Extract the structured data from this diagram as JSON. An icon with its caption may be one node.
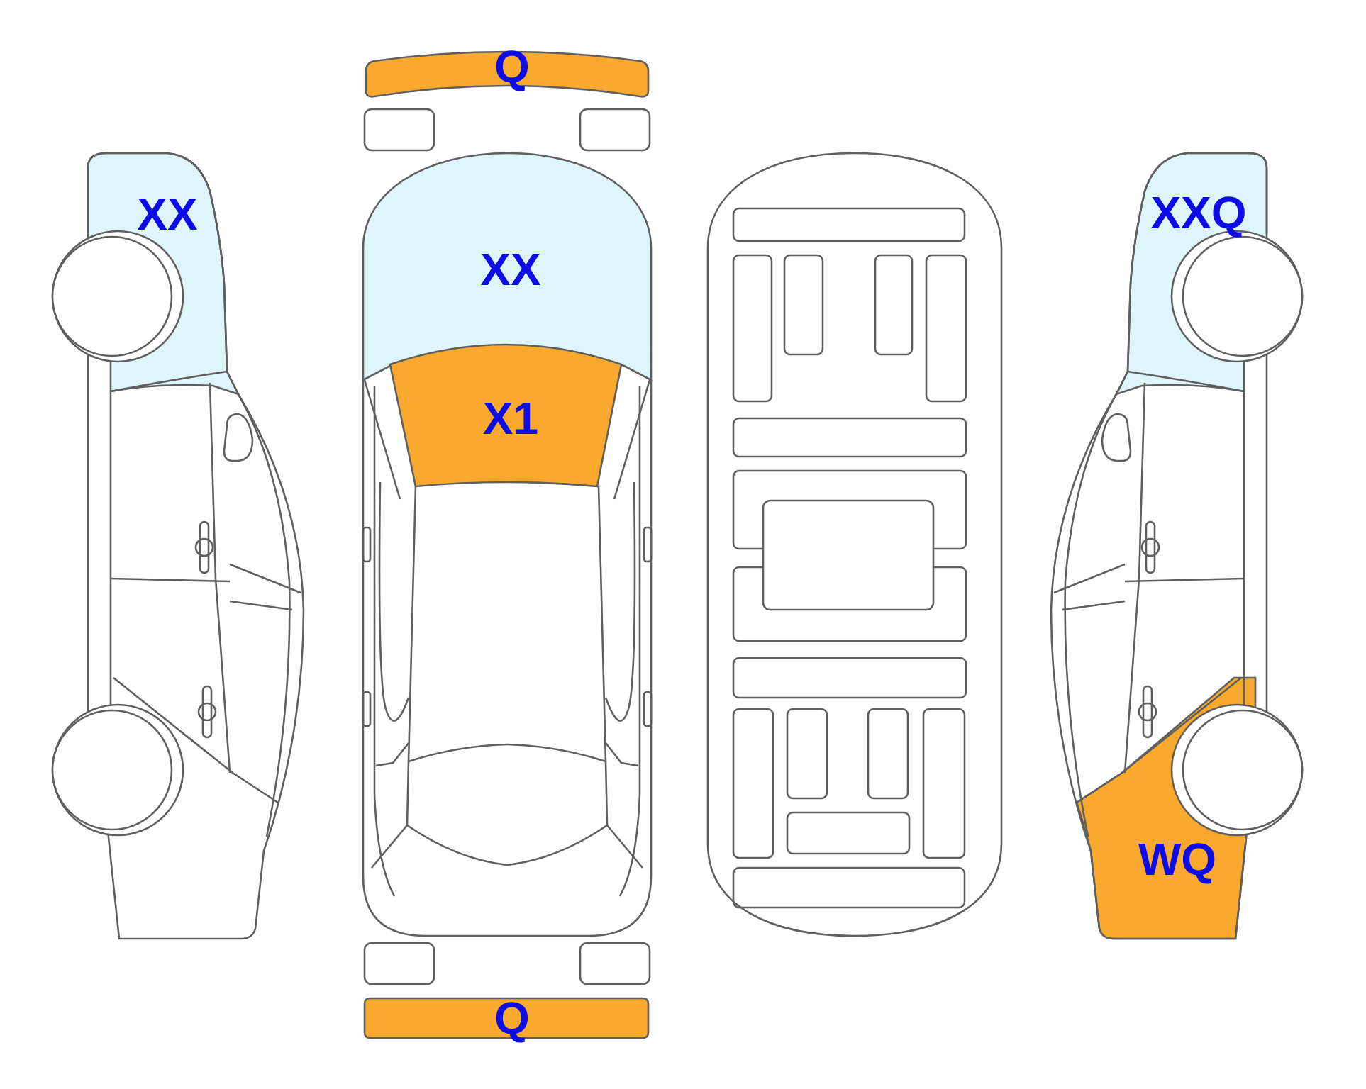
{
  "diagram": {
    "nodes": [
      {
        "text": [
          "Q"
        ]
      },
      {
        "text": [
          "XX"
        ]
      },
      {
        "text": [
          "XX"
        ]
      },
      {
        "text": [
          "XXQ"
        ]
      },
      {
        "text": [
          "X1"
        ]
      },
      {
        "text": [
          "WQ"
        ]
      },
      {
        "text": [
          "Q"
        ]
      }
    ]
  }
}
